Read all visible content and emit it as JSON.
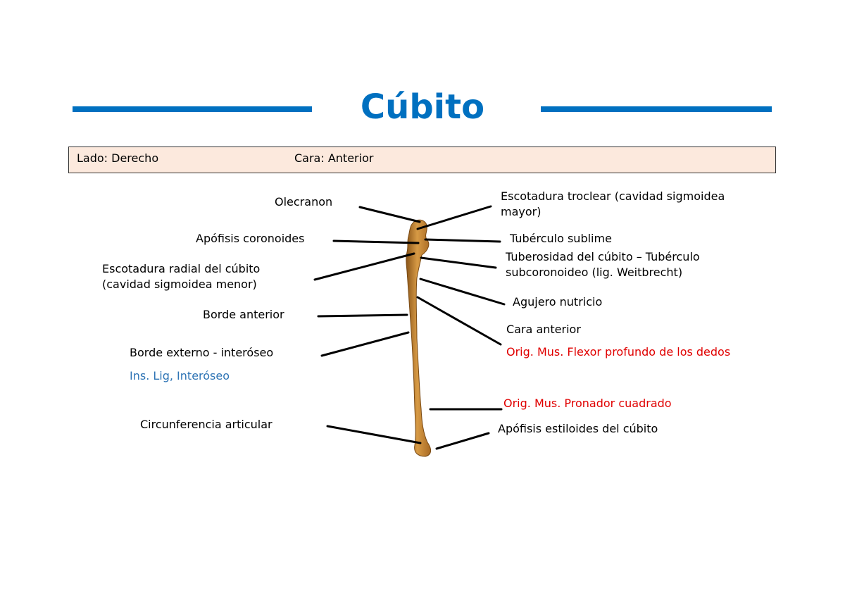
{
  "title": "Cúbito",
  "info": {
    "side": "Lado: Derecho",
    "face": "Cara: Anterior"
  },
  "labels": {
    "olecranon": "Olecranon",
    "apofisis_coronoides": "Apófisis coronoides",
    "escotadura_radial_1": "Escotadura radial del cúbito",
    "escotadura_radial_2": "(cavidad sigmoidea menor)",
    "borde_anterior": "Borde anterior",
    "borde_externo": "Borde externo - interóseo",
    "ins_lig": "Ins. Lig, Interóseo",
    "circunferencia": "Circunferencia articular",
    "escotadura_troclear_1": "Escotadura troclear (cavidad sigmoidea",
    "escotadura_troclear_2": "mayor)",
    "tuberculo_sublime": "Tubérculo sublime",
    "tuberosidad_1": "Tuberosidad del  cúbito – Tubérculo",
    "tuberosidad_2": "subcoronoideo (lig. Weitbrecht)",
    "agujero_nutricio": "Agujero nutricio",
    "cara_anterior": "Cara anterior",
    "orig_flexor": "Orig. Mus. Flexor profundo de los dedos",
    "orig_pronador": "Orig. Mus. Pronador cuadrado",
    "apofisis_estiloides": "Apófisis estiloides del cúbito"
  },
  "colors": {
    "accent": "#0070c0",
    "info_bg": "#fce9dd",
    "red_label": "#e00000",
    "blue_label": "#2e74b5",
    "bone": "#c8882e"
  }
}
